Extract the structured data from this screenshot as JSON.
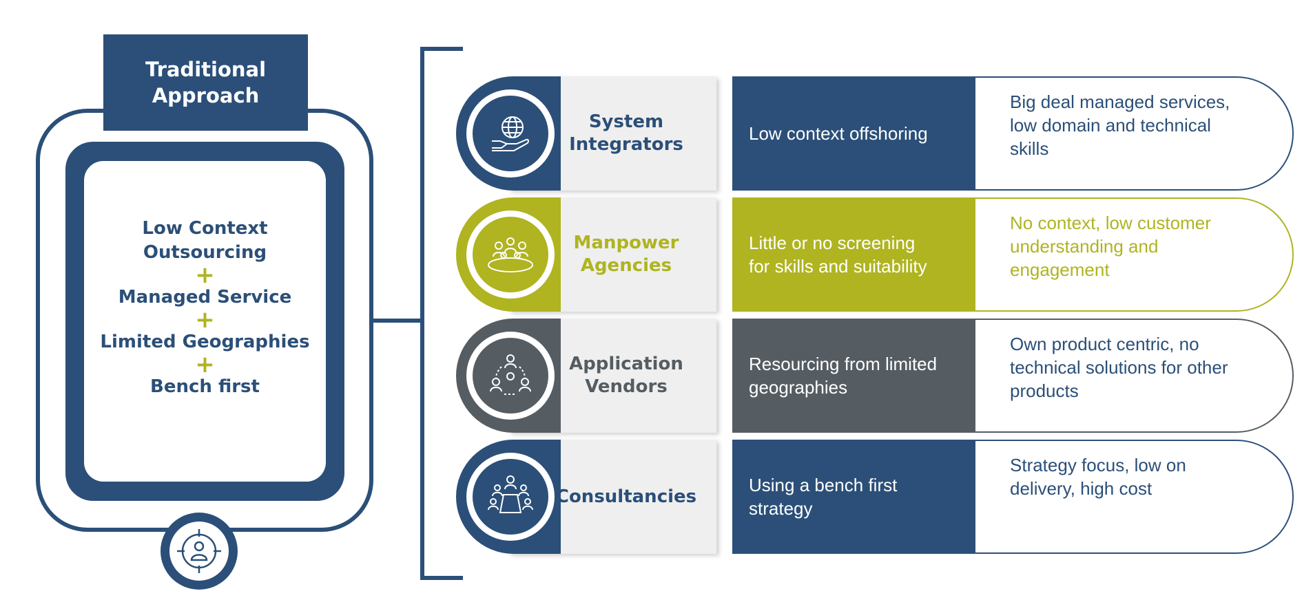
{
  "colors": {
    "navy": "#2b4f78",
    "olive": "#afb420",
    "slate": "#555d63",
    "panel": "#efefef"
  },
  "traditional": {
    "title_lines": [
      "Traditional",
      "Approach"
    ],
    "items": [
      "Low Context",
      "Outsourcing",
      "Managed Service",
      "Limited Geographies",
      "Bench first"
    ],
    "plus": "+",
    "badge_icon": "target-person-icon"
  },
  "rows": [
    {
      "title_lines": [
        "System",
        "Integrators"
      ],
      "icon": "globe-hand-icon",
      "theme": "navy",
      "middle_lines": [
        "Low context offshoring"
      ],
      "description_lines": [
        "Big deal managed services,",
        "low domain and technical",
        "skills"
      ]
    },
    {
      "title_lines": [
        "Manpower",
        "Agencies"
      ],
      "icon": "group-table-icon",
      "theme": "olive",
      "middle_lines": [
        "Little or no screening",
        "for skills and suitability"
      ],
      "description_lines": [
        "No context, low customer",
        "understanding and",
        "engagement"
      ]
    },
    {
      "title_lines": [
        "Application",
        "Vendors"
      ],
      "icon": "network-people-icon",
      "theme": "slate",
      "middle_lines": [
        "Resourcing from limited",
        "geographies"
      ],
      "description_lines": [
        "Own product centric, no",
        "technical solutions for other",
        "products"
      ]
    },
    {
      "title_lines": [
        "Consultancies"
      ],
      "icon": "meeting-icon",
      "theme": "navy",
      "middle_lines": [
        "Using a bench first",
        "strategy"
      ],
      "description_lines": [
        "Strategy focus, low on",
        "delivery, high cost"
      ]
    }
  ]
}
